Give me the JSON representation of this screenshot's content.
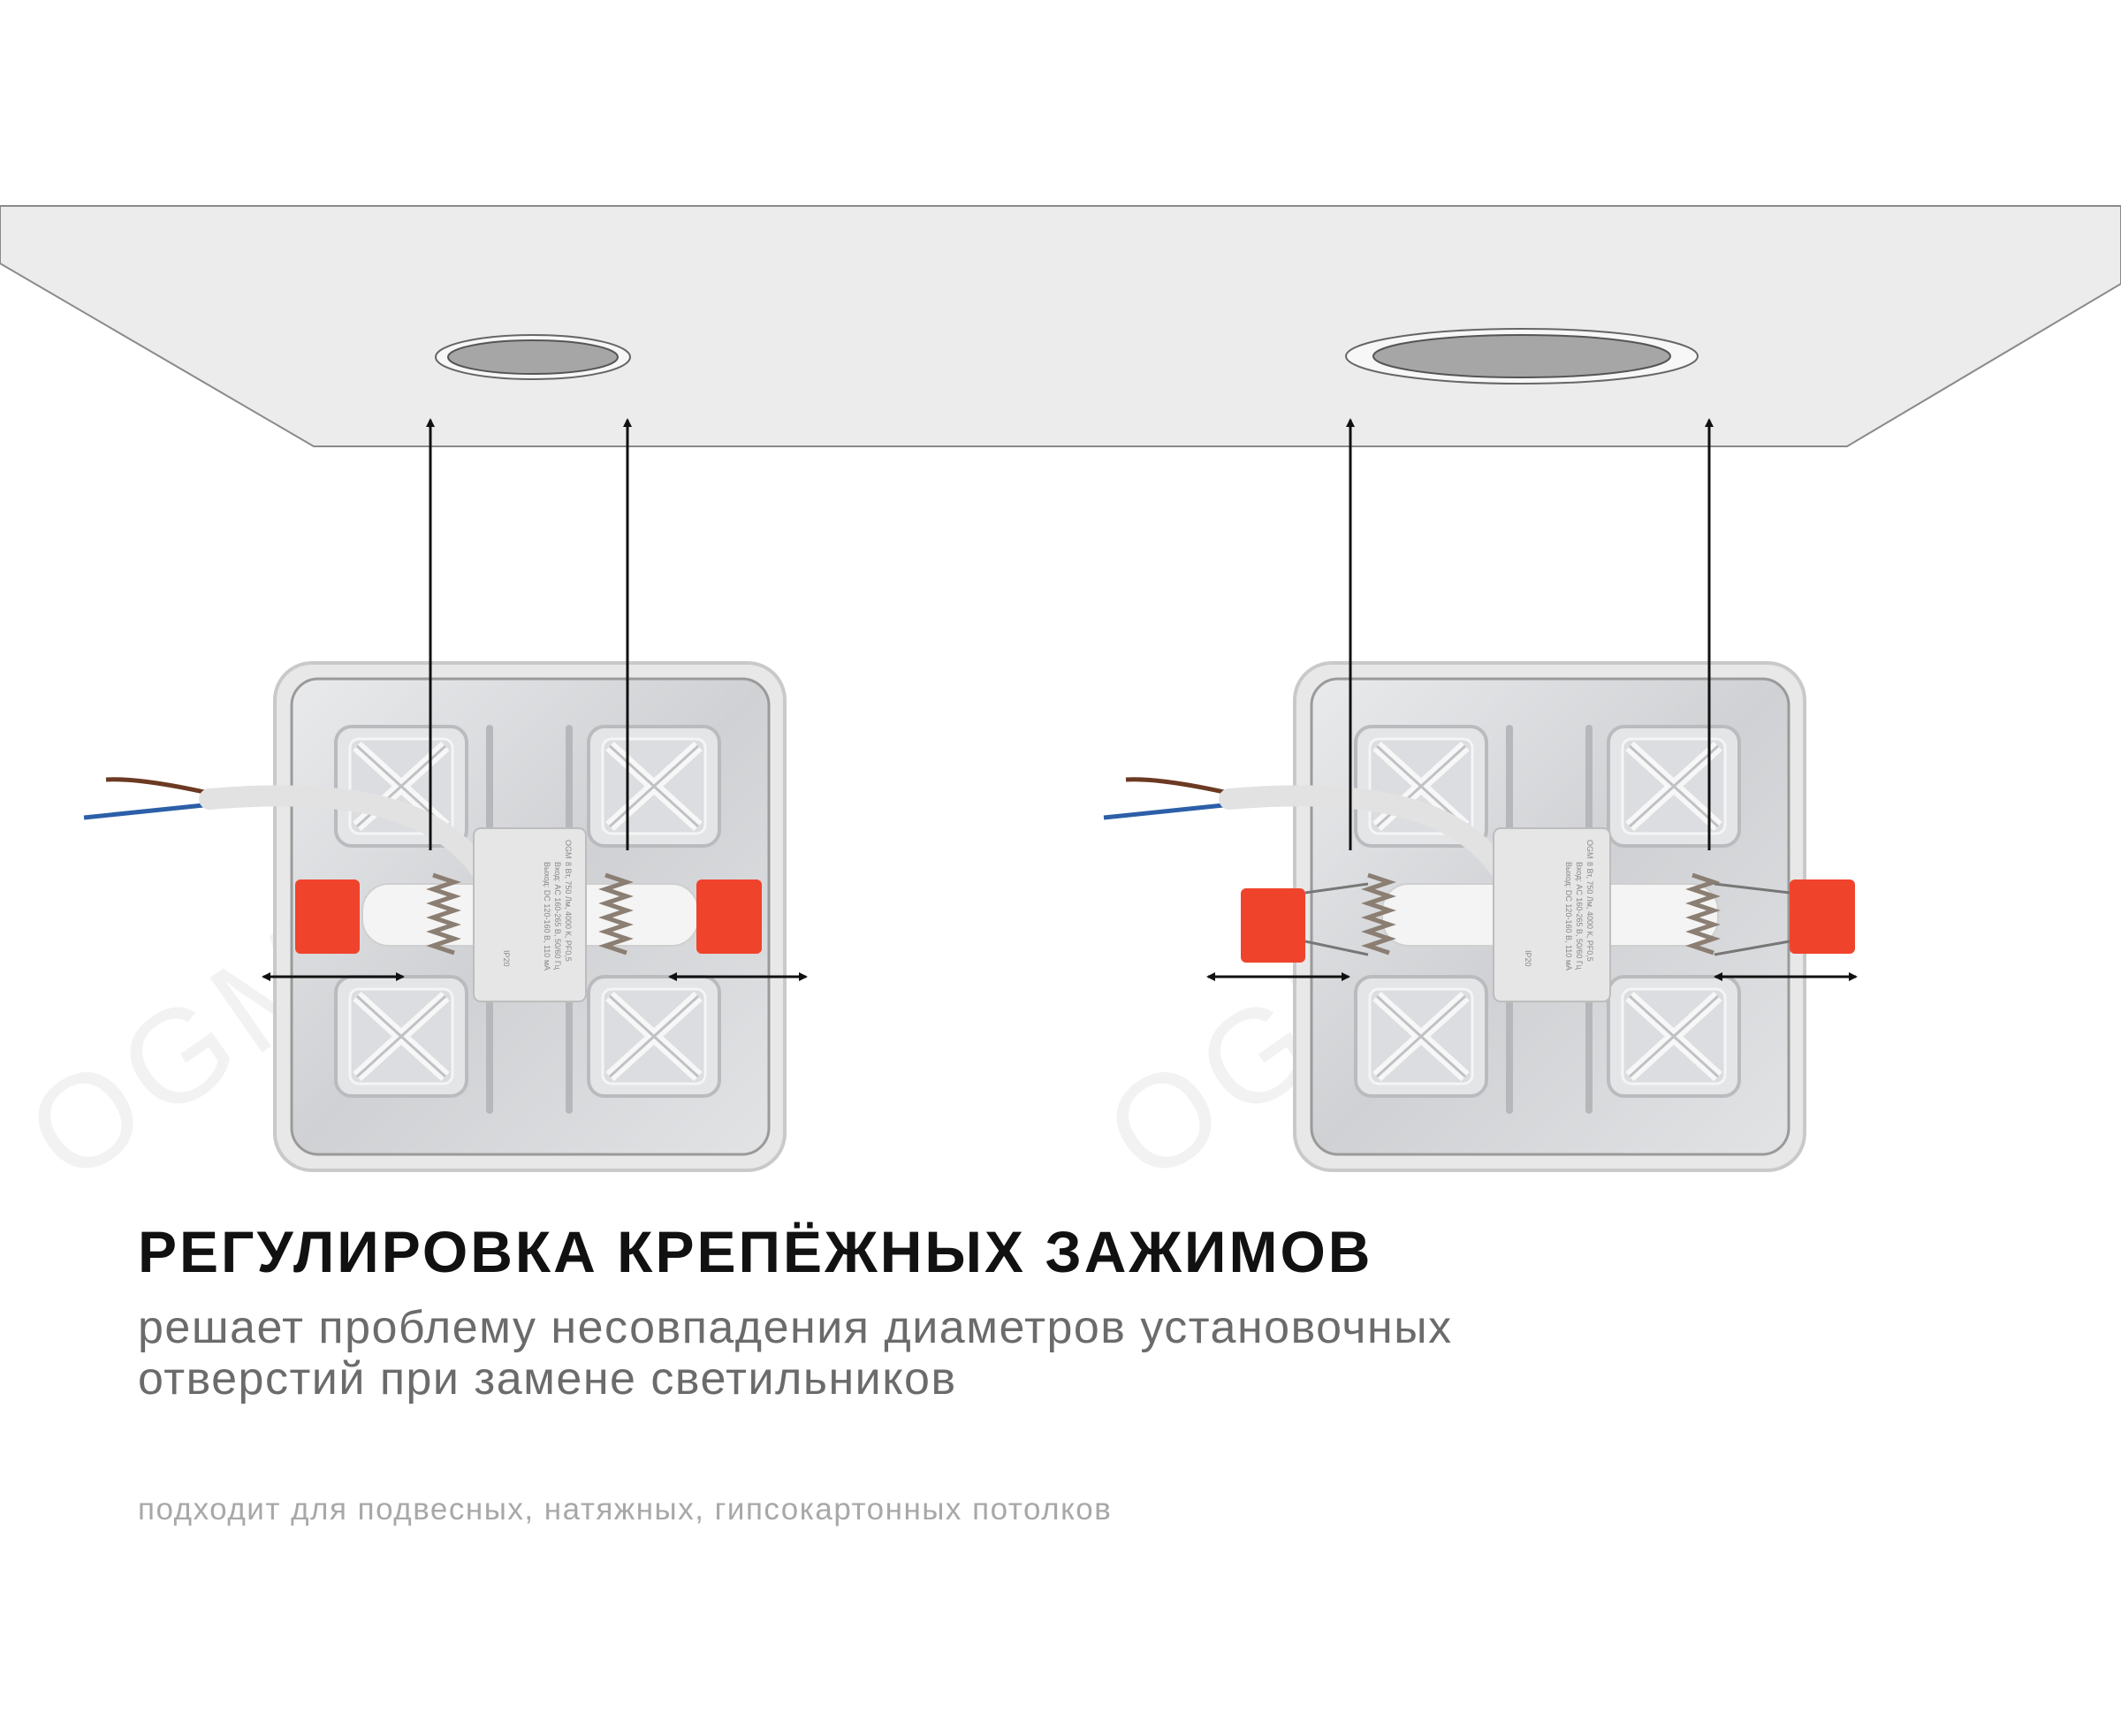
{
  "watermark": "OGM",
  "driver_label": {
    "brand": "OGM",
    "spec": "8 Вт, 750 Лм, 4000 К, PF0,5",
    "input": "Вход: AC 160-265 В, 50/60 Гц",
    "output": "Выход: DC 120-160 В, 110 мА",
    "ip": "IP20"
  },
  "heading": "РЕГУЛИРОВКА КРЕПЁЖНЫХ ЗАЖИМОВ",
  "description_lines": [
    "решает проблему несовпадения диаметров установочных",
    "отверстий при замене светильников"
  ],
  "note": "подходит для подвесных, натяжных, гипсокартонных потолков",
  "colors": {
    "clip": "#f0432c",
    "ceiling": "#ececec",
    "hole": "#a6a6a6",
    "text": "#111111",
    "subtext": "#6b6b6b"
  }
}
